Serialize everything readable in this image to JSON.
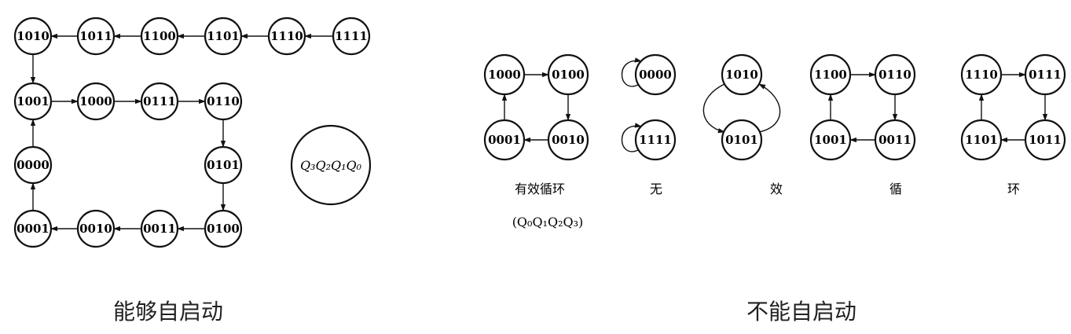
{
  "left_panel": {
    "states": [
      "1111",
      "1110",
      "1101",
      "1100",
      "1011",
      "1010",
      "1001",
      "1000",
      "0111",
      "0110",
      "0101",
      "0100",
      "0011",
      "0010",
      "0001",
      "0000"
    ],
    "legend": "Q₃Q₂Q₁Q₀",
    "caption": "能够自启动"
  },
  "right_panel": {
    "effective_cycle": {
      "states": [
        "1000",
        "0100",
        "0010",
        "0001"
      ],
      "label": "有效循环",
      "order": "(Q₀Q₁Q₂Q₃)"
    },
    "self_loops": {
      "states": [
        "0000",
        "1111"
      ],
      "label": "无"
    },
    "pair_cycle": {
      "states": [
        "1010",
        "0101"
      ],
      "label": "效"
    },
    "cycle_a": {
      "states": [
        "1100",
        "0110",
        "0011",
        "1001"
      ],
      "label": "循"
    },
    "cycle_b": {
      "states": [
        "1110",
        "0111",
        "1011",
        "1101"
      ],
      "label": "环"
    },
    "caption": "不能自启动"
  },
  "colors": {
    "stroke": "#111111",
    "caption": "#222222"
  }
}
